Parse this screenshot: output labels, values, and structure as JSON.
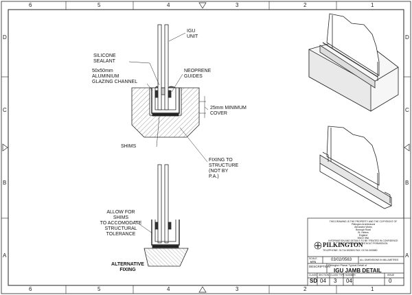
{
  "border": {
    "columns_top": [
      "6",
      "5",
      "4",
      "3",
      "2",
      "1"
    ],
    "columns_bottom": [
      "6",
      "5",
      "4",
      "3",
      "2",
      "1"
    ],
    "rows_left": [
      "D",
      "C",
      "B",
      "A"
    ],
    "rows_right": [
      "D",
      "C",
      "B",
      "A"
    ]
  },
  "labels": {
    "igu_unit": "IGU\nUNIT",
    "silicone_sealant": "SILICONE\nSEALANT",
    "channel": "50x50mm\nALUMINIUM\nGLAZING CHANNEL",
    "neoprene_guides": "NEOPRENE\nGUIDES",
    "minimum_cover": "25mm MINIMUM\nCOVER",
    "shims": "SHIMS",
    "fixing_to_structure": "FIXING TO\nSTRUCTURE\n(NOT BY\nP.A.)",
    "allow_for_shims": "ALLOW FOR\nSHIMS\nTO ACCOMODATE\nSTRUCTURAL\nTOLERANCE",
    "alternative_fixing": "ALTERNATIVE\nFIXING"
  },
  "title_block": {
    "copyright_note": "THIS DRAWING IS THE PROPERTY AND THE COPYRIGHT OF\nPilkington Architectural\nAlexandra Works\nBorough Road\nSt. Helens\nEngland\nWA10 3NA\nINFORMATION AND DETAILS TO BE TREATED IN CONFIDENCE\nNOT TO BE COPIED WITHOUT PERMISSION",
    "company": "PILKINGTON",
    "telephone": "TELEPHONE: 01744 692803   FAX: 01744 692880",
    "scale_label": "SCALE",
    "scale_value": "NTS",
    "drawing_no": "03/02/0563",
    "units_note": "ALL DIMENSIONS IN MILLIMETRES",
    "description_label": "DESCRIPTION",
    "description_sub": "Pilkington Planar Typical Detail of",
    "title": "IGU JAMB DETAIL",
    "headers": [
      "CLASS",
      "SECTION",
      "CLASS TYPE",
      "NUMBER",
      "ISSUE"
    ],
    "values": [
      "SD",
      "04",
      "3",
      "04",
      "0"
    ]
  }
}
